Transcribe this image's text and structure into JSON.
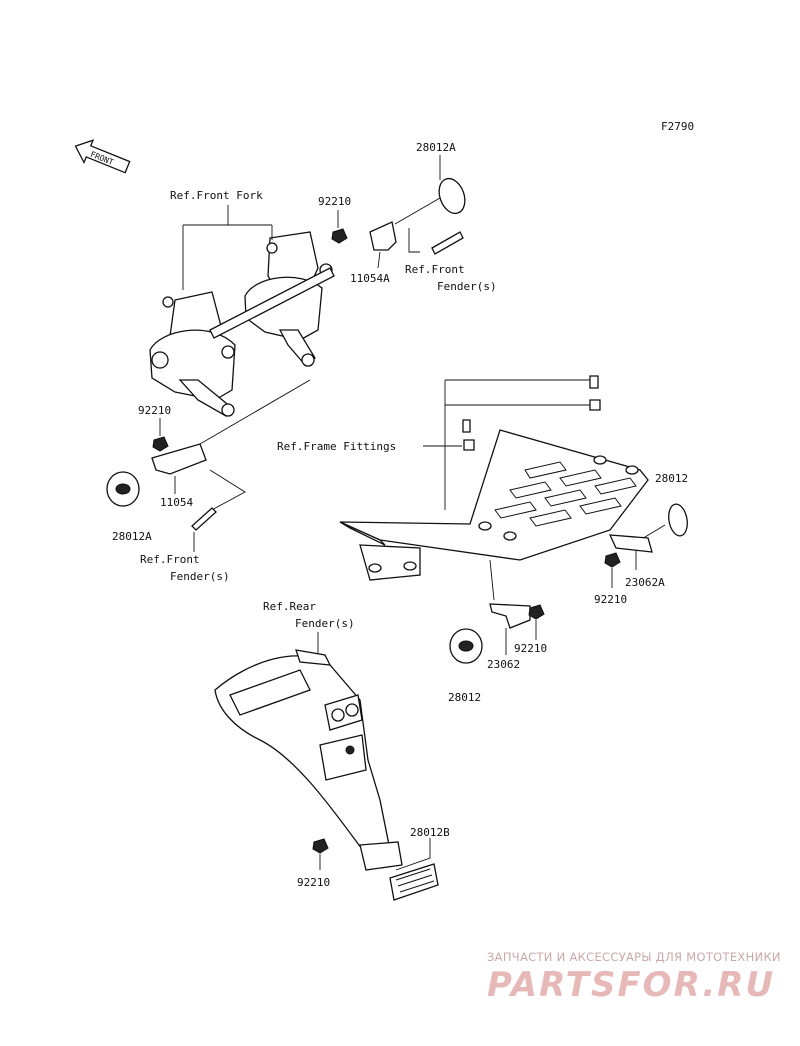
{
  "diagram_code": "F2790",
  "front_marker": "FRONT",
  "labels": {
    "p28012A_top": "28012A",
    "p92210_top": "92210",
    "p11054A": "11054A",
    "ref_front_fork": "Ref.Front Fork",
    "ref_front_fender_top_1": "Ref.Front",
    "ref_front_fender_top_2": "Fender(s)",
    "p92210_left": "92210",
    "p11054": "11054",
    "p28012A_left": "28012A",
    "ref_front_fender_left_1": "Ref.Front",
    "ref_front_fender_left_2": "Fender(s)",
    "ref_frame_fittings": "Ref.Frame Fittings",
    "p28012_right": "28012",
    "p23062A": "23062A",
    "p92210_right": "92210",
    "p92210_mid": "92210",
    "p23062": "23062",
    "p28012_mid": "28012",
    "ref_rear_fender_1": "Ref.Rear",
    "ref_rear_fender_2": "Fender(s)",
    "p28012B": "28012B",
    "p92210_bottom": "92210"
  },
  "watermark": {
    "tagline": "ЗАПЧАСТИ И АКСЕССУАРЫ ДЛЯ МОТОТЕХНИКИ",
    "logo": "PARTSFOR.RU"
  }
}
